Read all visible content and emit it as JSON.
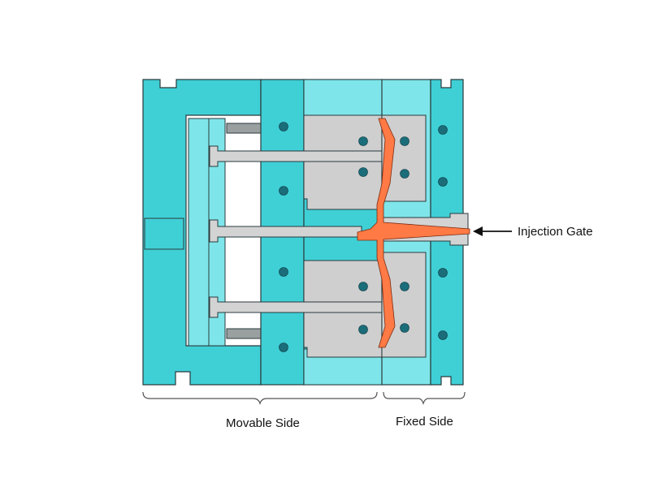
{
  "diagram": {
    "labels": {
      "injection_gate": "Injection Gate",
      "movable_side": "Movable Side",
      "fixed_side": "Fixed Side"
    },
    "colors": {
      "mold_plate": "#3fd0d6",
      "mold_plate_light": "#7ee6ea",
      "insert_gray": "#cfcfcf",
      "ejector_pin": "#d3d3d3",
      "melt": "#ff7a45",
      "cooling_channel": "#1b6d7a",
      "outline": "#2a3a3c",
      "text": "#111111"
    }
  }
}
